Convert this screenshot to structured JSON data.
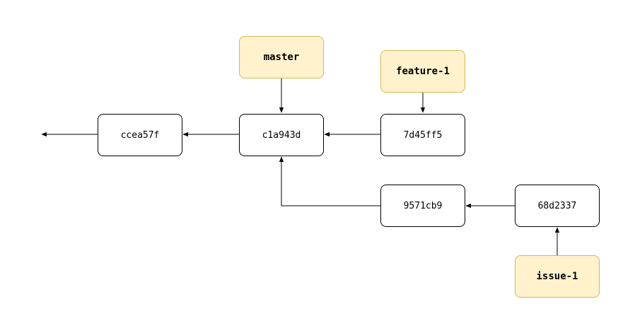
{
  "branches": {
    "master": "master",
    "feature_1": "feature-1",
    "issue_1": "issue-1"
  },
  "commits": {
    "ccea57f": "ccea57f",
    "c1a943d": "c1a943d",
    "7d45ff5": "7d45ff5",
    "9571cb9": "9571cb9",
    "68d2337": "68d2337"
  },
  "colors": {
    "branch_fill": "#fff2cc",
    "branch_border": "#d6b656",
    "commit_fill": "#ffffff",
    "line": "#000000"
  }
}
